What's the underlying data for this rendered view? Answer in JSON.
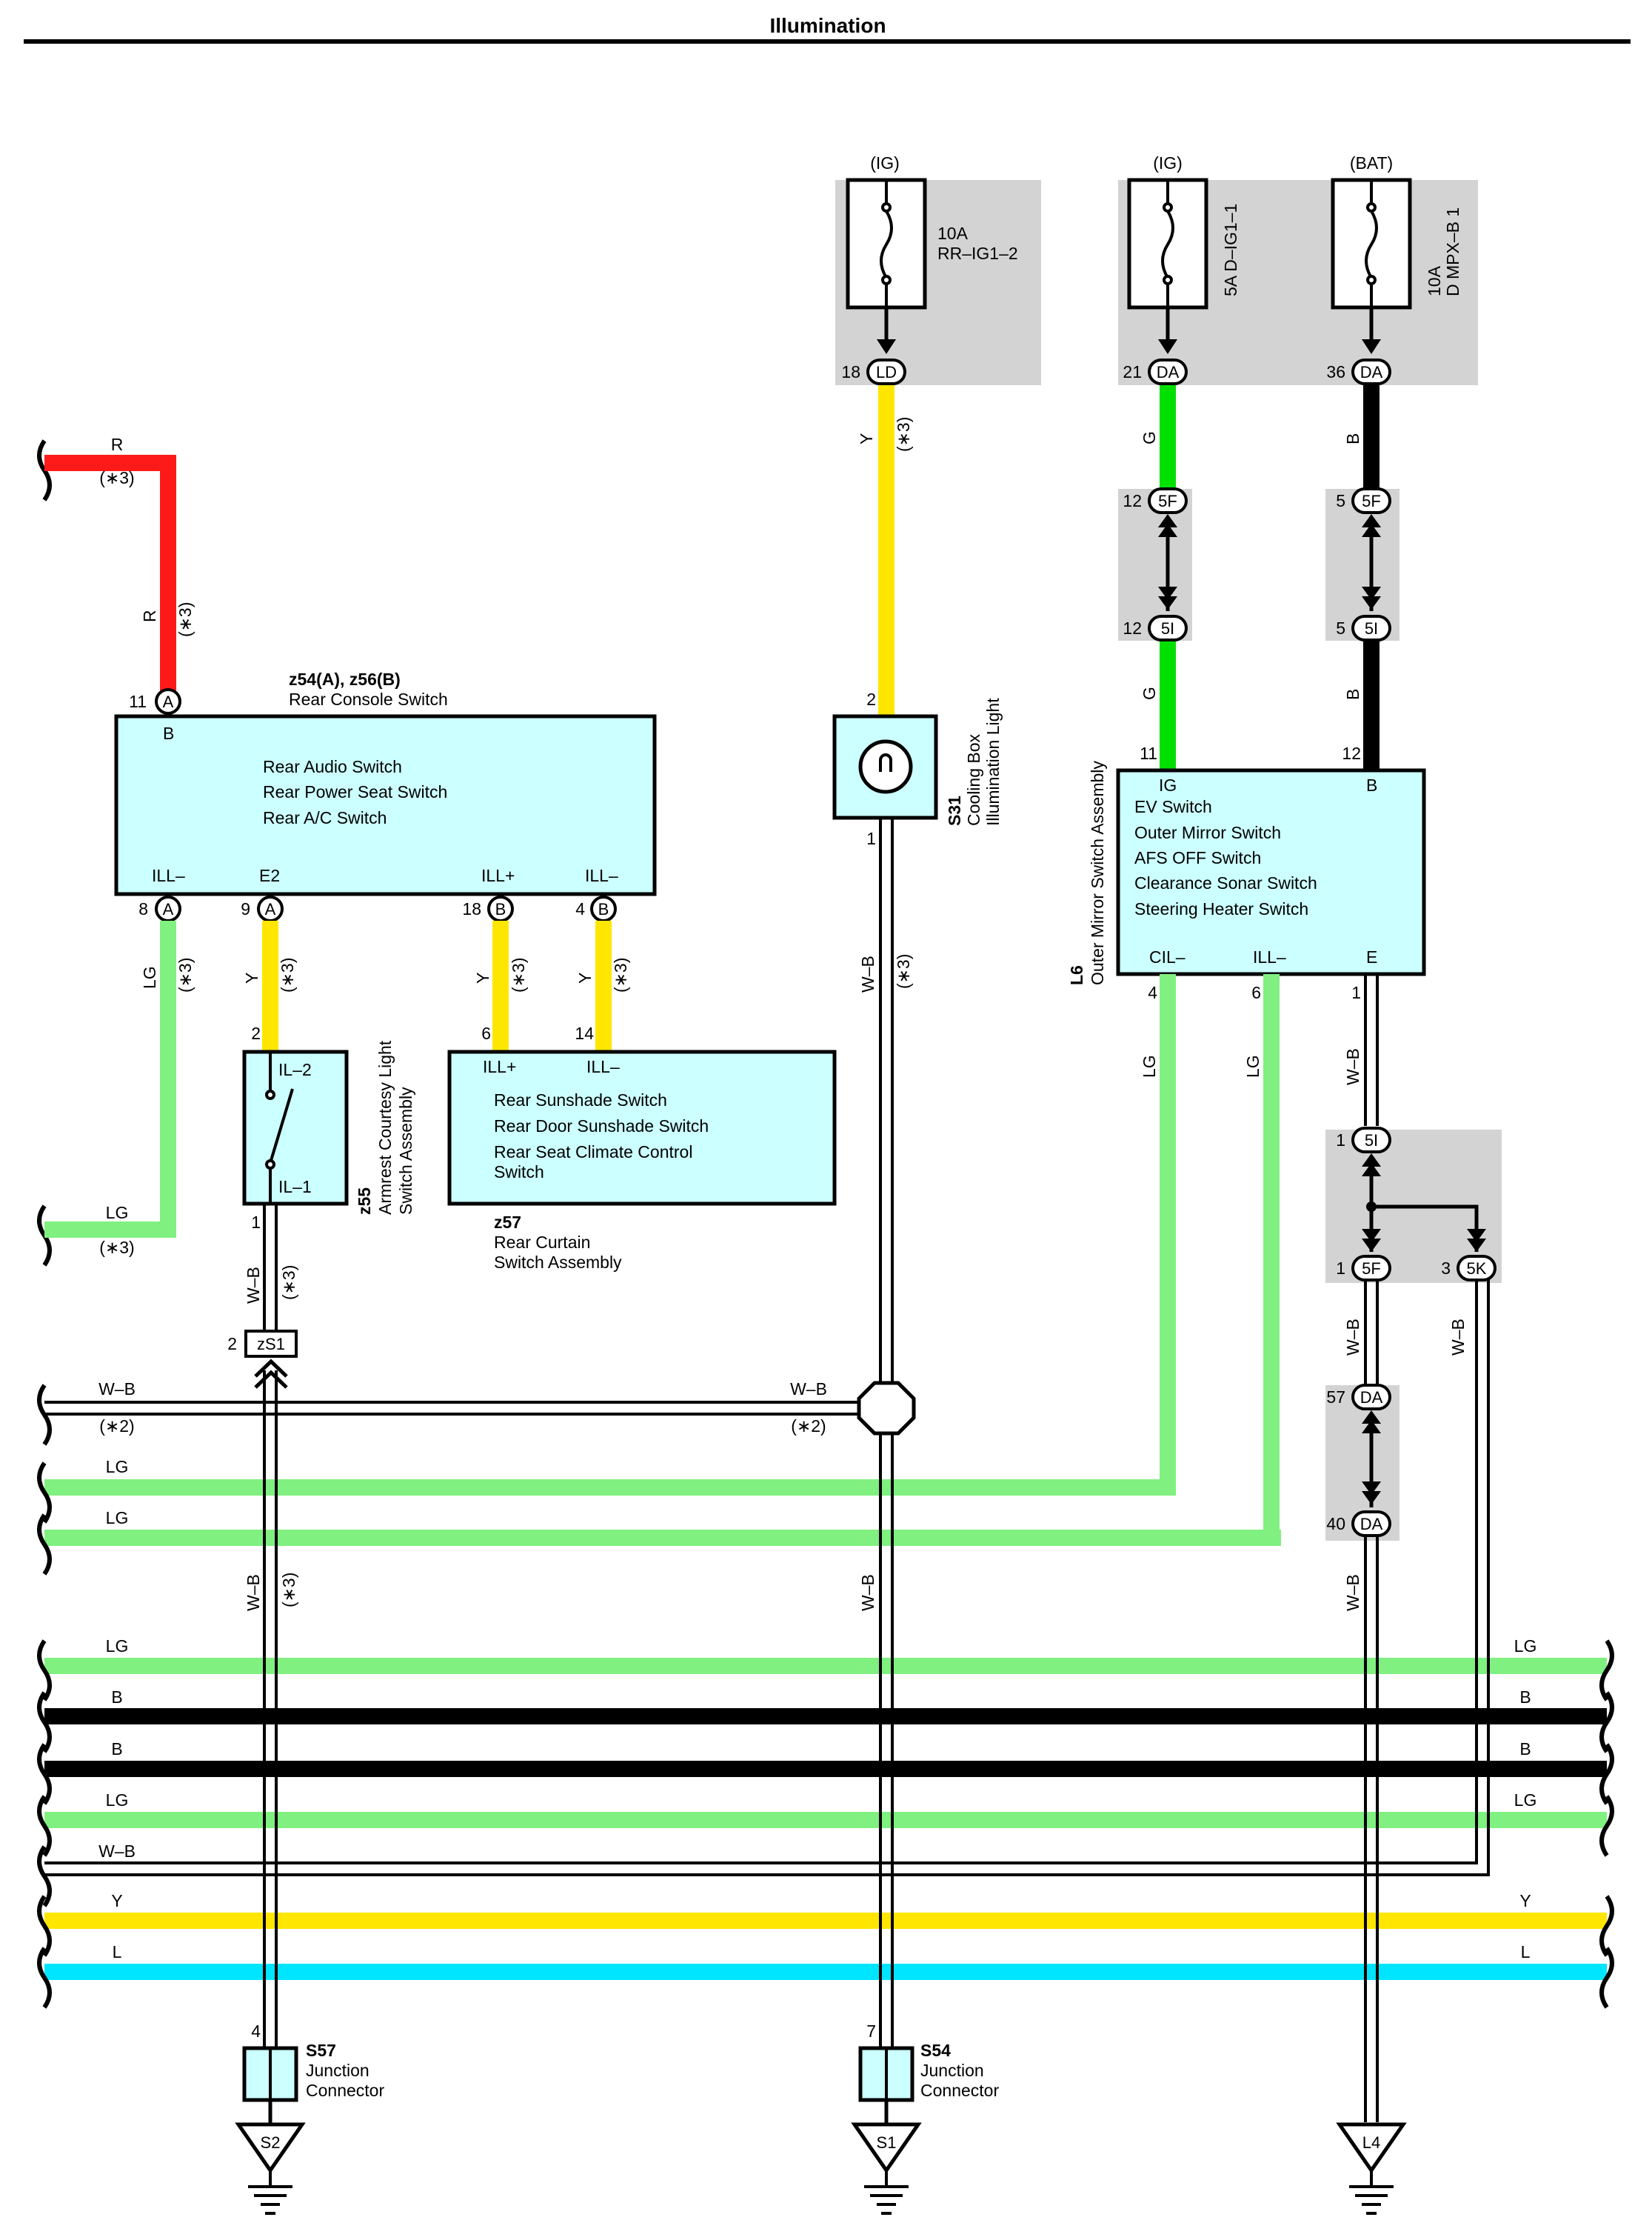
{
  "title": "Illumination",
  "colors": {
    "red": "#ff1a1a",
    "yellow": "#ffe600",
    "light_green": "#80f080",
    "green": "#00e000",
    "black": "#000000",
    "light_blue": "#00e5ff",
    "component_fill": "#ccffff",
    "shade": "#d3d3d3"
  },
  "power": {
    "ig_left": "(IG)",
    "ig_mid": "(IG)",
    "bat": "(BAT)",
    "fuse_rr": [
      "10A",
      "RR–IG1–2"
    ],
    "fuse_dig": "5A D–IG1–1",
    "fuse_dmpx": [
      "10A",
      "D MPX–B 1"
    ]
  },
  "connectors": {
    "ld": "LD",
    "da": "DA",
    "f5": "5F",
    "i5": "5I",
    "k5": "5K",
    "a": "A",
    "b": "B",
    "zs1": "zS1",
    "pin_18": "18",
    "pin_21": "21",
    "pin_36": "36",
    "pin_12": "12",
    "pin_5": "5",
    "pin_11": "11",
    "pin_8": "8",
    "pin_9": "9",
    "pin_4": "4",
    "pin_2": "2",
    "pin_6": "6",
    "pin_14": "14",
    "pin_1": "1",
    "pin_3": "3",
    "pin_57": "57",
    "pin_40": "40",
    "pin_7": "7"
  },
  "wires": {
    "R": "R",
    "Y": "Y",
    "G": "G",
    "B": "B",
    "LG": "LG",
    "WB": "W–B",
    "L": "L",
    "note3": "(∗3)",
    "note2": "(∗2)"
  },
  "components": {
    "rear_console": {
      "ref": "z54(A), z56(B)",
      "name": "Rear Console Switch",
      "items": [
        "Rear Audio Switch",
        "Rear Power Seat Switch",
        "Rear A/C Switch"
      ],
      "pins": {
        "b": "B",
        "ill_minus": "ILL–",
        "e2": "E2",
        "ill_plus": "ILL+"
      }
    },
    "cooling_box": {
      "ref": "S31",
      "name": [
        "Cooling Box",
        "Illumination Light"
      ]
    },
    "outer_mirror": {
      "ref": "L6",
      "name": "Outer Mirror Switch Assembly",
      "items": [
        "EV Switch",
        "Outer Mirror Switch",
        "AFS OFF Switch",
        "Clearance Sonar Switch",
        "Steering Heater Switch"
      ],
      "pins": {
        "ig": "IG",
        "b": "B",
        "cil": "CIL–",
        "ill": "ILL–",
        "e": "E"
      }
    },
    "armrest": {
      "ref": "z55",
      "name": [
        "Armrest Courtesy Light",
        "Switch Assembly"
      ],
      "pins": {
        "il2": "IL–2",
        "il1": "IL–1"
      }
    },
    "rear_curtain": {
      "ref": "z57",
      "name": [
        "Rear Curtain",
        "Switch Assembly"
      ],
      "items": [
        "Rear Sunshade Switch",
        "Rear Door Sunshade Switch",
        "Rear Seat Climate Control",
        "Switch"
      ],
      "pins": {
        "ill_plus": "ILL+",
        "ill_minus": "ILL–"
      }
    },
    "s57": {
      "ref": "S57",
      "name": [
        "Junction",
        "Connector"
      ]
    },
    "s54": {
      "ref": "S54",
      "name": [
        "Junction",
        "Connector"
      ]
    }
  },
  "grounds": {
    "s2": "S2",
    "s1": "S1",
    "l4": "L4"
  }
}
